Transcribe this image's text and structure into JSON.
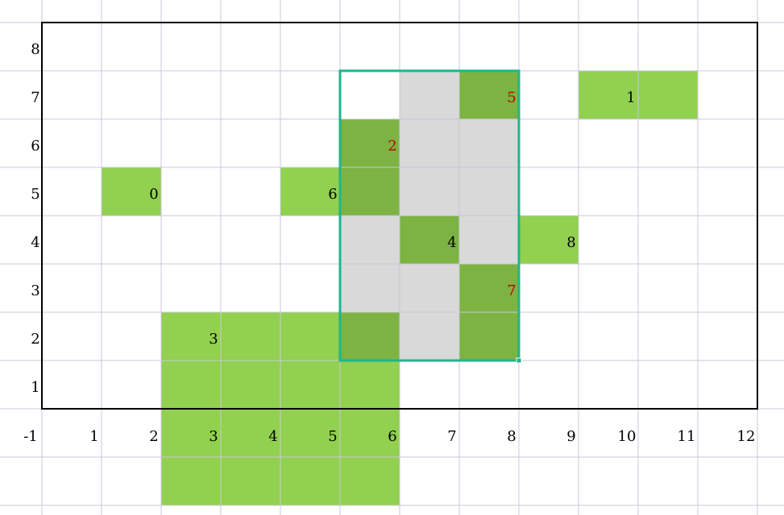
{
  "colors": {
    "grid_line": "#c8c8d8",
    "frame": "#000000",
    "light_green": "#92d050",
    "dark_green": "#7cb342",
    "gray": "#d9d9d9",
    "selection": "#1fb58b",
    "label_black": "#000000",
    "label_red": "#c00000"
  },
  "x_axis_labels": [
    "-1",
    "1",
    "2",
    "3",
    "4",
    "5",
    "6",
    "7",
    "8",
    "9",
    "10",
    "11",
    "12"
  ],
  "y_axis_labels": [
    "8",
    "7",
    "6",
    "5",
    "4",
    "3",
    "2",
    "1"
  ],
  "cell_labels": [
    {
      "text": "0",
      "color": "black"
    },
    {
      "text": "1",
      "color": "black"
    },
    {
      "text": "2",
      "color": "red"
    },
    {
      "text": "3",
      "color": "black"
    },
    {
      "text": "4",
      "color": "black"
    },
    {
      "text": "5",
      "color": "red"
    },
    {
      "text": "6",
      "color": "black"
    },
    {
      "text": "7",
      "color": "red"
    },
    {
      "text": "8",
      "color": "black"
    }
  ]
}
